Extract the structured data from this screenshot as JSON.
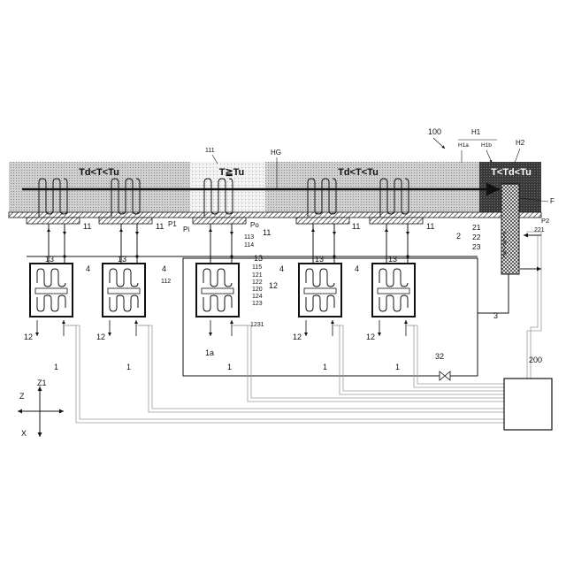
{
  "figure": {
    "system_label": "100",
    "zones": {
      "left": "Td<T<Tu",
      "middle": "T≧Tu",
      "right": "Td<T<Tu",
      "end": "T<Td<Tu"
    },
    "zone_refs": {
      "middle": "111",
      "gas": "HG",
      "h1": "H1",
      "h1a": "H1a",
      "h1b": "H1b",
      "h2": "H2",
      "film": "F"
    },
    "unit_labels": {
      "pipe": "11",
      "valve": "13",
      "coil": "12",
      "unit": "1",
      "branch": "4",
      "main_line": "3",
      "valve_main": "32",
      "controller": "200",
      "sensor": "2",
      "sensor_a": "21",
      "sensor_b": "22",
      "sensor_c": "23",
      "p2": "P2",
      "s221": "221",
      "unit1a": "1a"
    },
    "detail_labels": {
      "p1": "P1",
      "pi": "Pi",
      "po": "Po",
      "r113": "113",
      "r114": "114",
      "r115": "115",
      "r121": "121",
      "r122": "122",
      "r120": "120",
      "r124": "124",
      "r123": "123",
      "r112": "112",
      "r1231": "1231"
    },
    "axes": {
      "z": "Z",
      "z1": "Z1",
      "x": "X"
    },
    "colors": {
      "zone_warm": "#c9c9c9",
      "zone_hot": "#f4f4f4",
      "zone_cold": "#3a3a3a",
      "line": "#111111"
    }
  }
}
